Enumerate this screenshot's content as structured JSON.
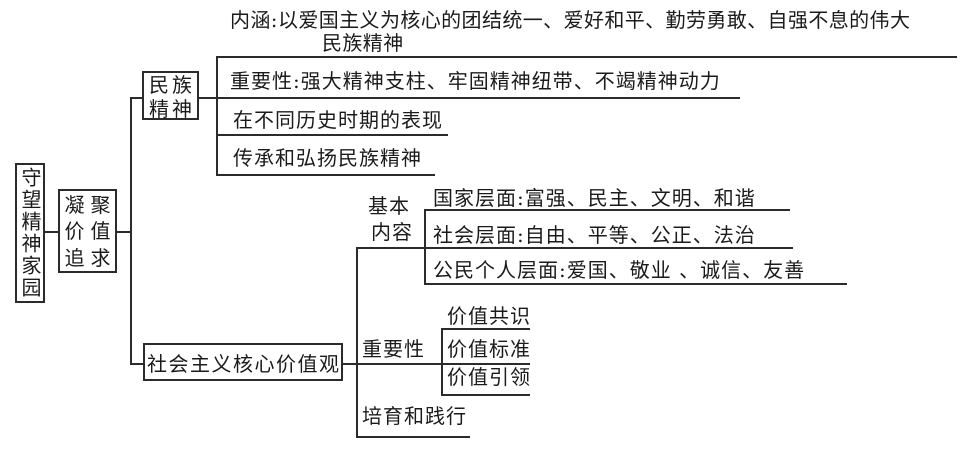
{
  "title_topic": "守望精神家园",
  "pursuit": {
    "lines": [
      "凝聚",
      "价值",
      "追求"
    ]
  },
  "national_spirit": {
    "box_lines": [
      "民族",
      "精神"
    ],
    "connotation_line1": "内涵:以爱国主义为核心的团结统一、爱好和平、勤劳勇敢、自强不息的伟大",
    "connotation_line2": "民族精神",
    "importance": "重要性:强大精神支柱、牢固精神纽带、不竭精神动力",
    "history": "在不同历史时期的表现",
    "inherit": "传承和弘扬民族精神"
  },
  "core_values": {
    "box_label": "社会主义核心价值观",
    "basic_content": {
      "label_lines": [
        "基本",
        "内容"
      ],
      "items": [
        "国家层面:富强、民主、文明、和谐",
        "社会层面:自由、平等、公正、法治",
        "公民个人层面:爱国、敬业 、诚信、友善"
      ]
    },
    "importance": {
      "label": "重要性",
      "items": [
        "价值共识",
        "价值标准",
        "价值引领"
      ]
    },
    "practice": "培育和践行"
  },
  "colors": {
    "ink": "#1b1b1b",
    "line": "#2b2b2b",
    "background": "#ffffff"
  }
}
